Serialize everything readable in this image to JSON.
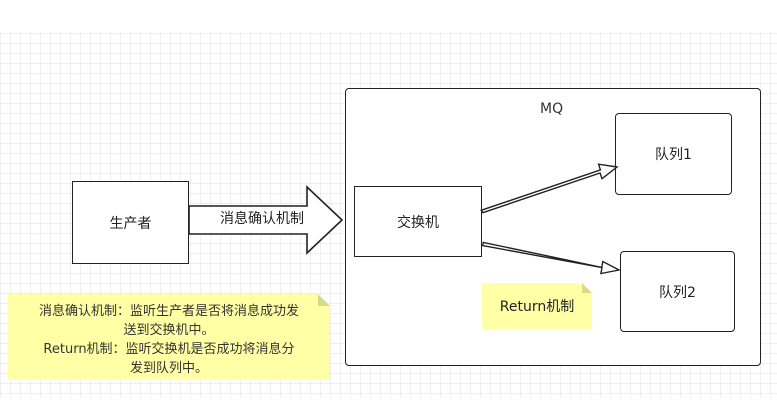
{
  "diagram": {
    "mq_label": "MQ",
    "producer_label": "生产者",
    "exchange_label": "交换机",
    "queue1_label": "队列1",
    "queue2_label": "队列2",
    "confirm_arrow_label": "消息确认机制",
    "return_note_label": "Return机制",
    "explanation_lines": [
      "消息确认机制：监听生产者是否将消息成功发",
      "送到交换机中。",
      "Return机制：监听交换机是否成功将消息分",
      "发到队列中。"
    ]
  },
  "colors": {
    "note_fill": "#ffffa6",
    "stroke": "#222222",
    "grid": "#f0f0f0"
  }
}
